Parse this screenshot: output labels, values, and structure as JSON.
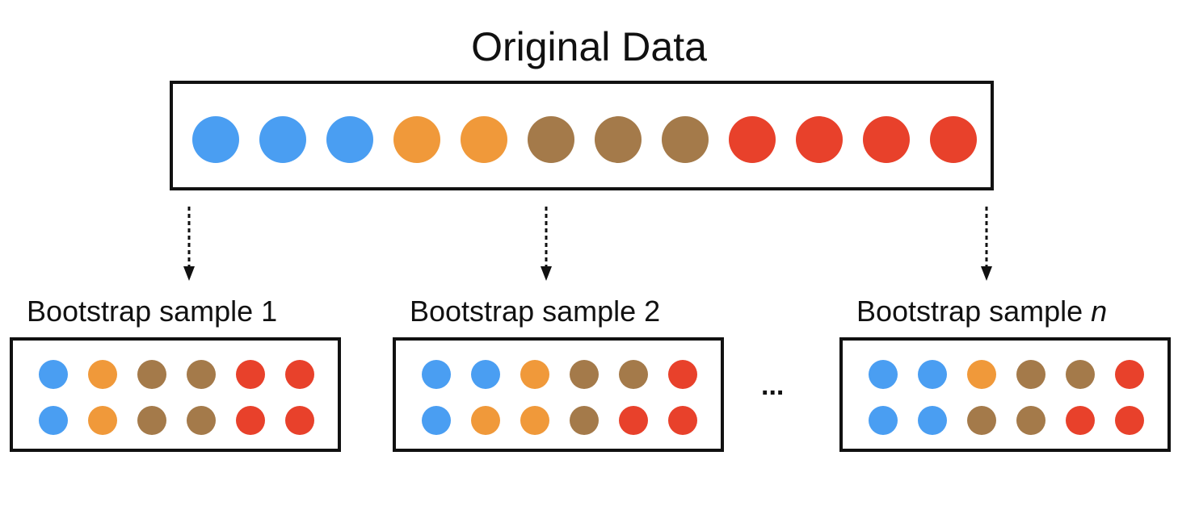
{
  "title": "Original Data",
  "colors": {
    "blue": "#4a9ef2",
    "orange": "#f0993a",
    "brown": "#a47a4a",
    "red": "#e8412b"
  },
  "original": [
    "blue",
    "blue",
    "blue",
    "orange",
    "orange",
    "brown",
    "brown",
    "brown",
    "red",
    "red",
    "red",
    "red"
  ],
  "samples": [
    {
      "label": "Bootstrap sample 1",
      "suffix": "",
      "rows": [
        [
          "blue",
          "orange",
          "brown",
          "brown",
          "red",
          "red"
        ],
        [
          "blue",
          "orange",
          "brown",
          "brown",
          "red",
          "red"
        ]
      ]
    },
    {
      "label": "Bootstrap sample 2",
      "suffix": "",
      "rows": [
        [
          "blue",
          "blue",
          "orange",
          "brown",
          "brown",
          "red"
        ],
        [
          "blue",
          "orange",
          "orange",
          "brown",
          "red",
          "red"
        ]
      ]
    },
    {
      "label": "Bootstrap sample ",
      "suffix": "n",
      "rows": [
        [
          "blue",
          "blue",
          "orange",
          "brown",
          "brown",
          "red"
        ],
        [
          "blue",
          "blue",
          "brown",
          "brown",
          "red",
          "red"
        ]
      ]
    }
  ],
  "ellipsis": "..."
}
